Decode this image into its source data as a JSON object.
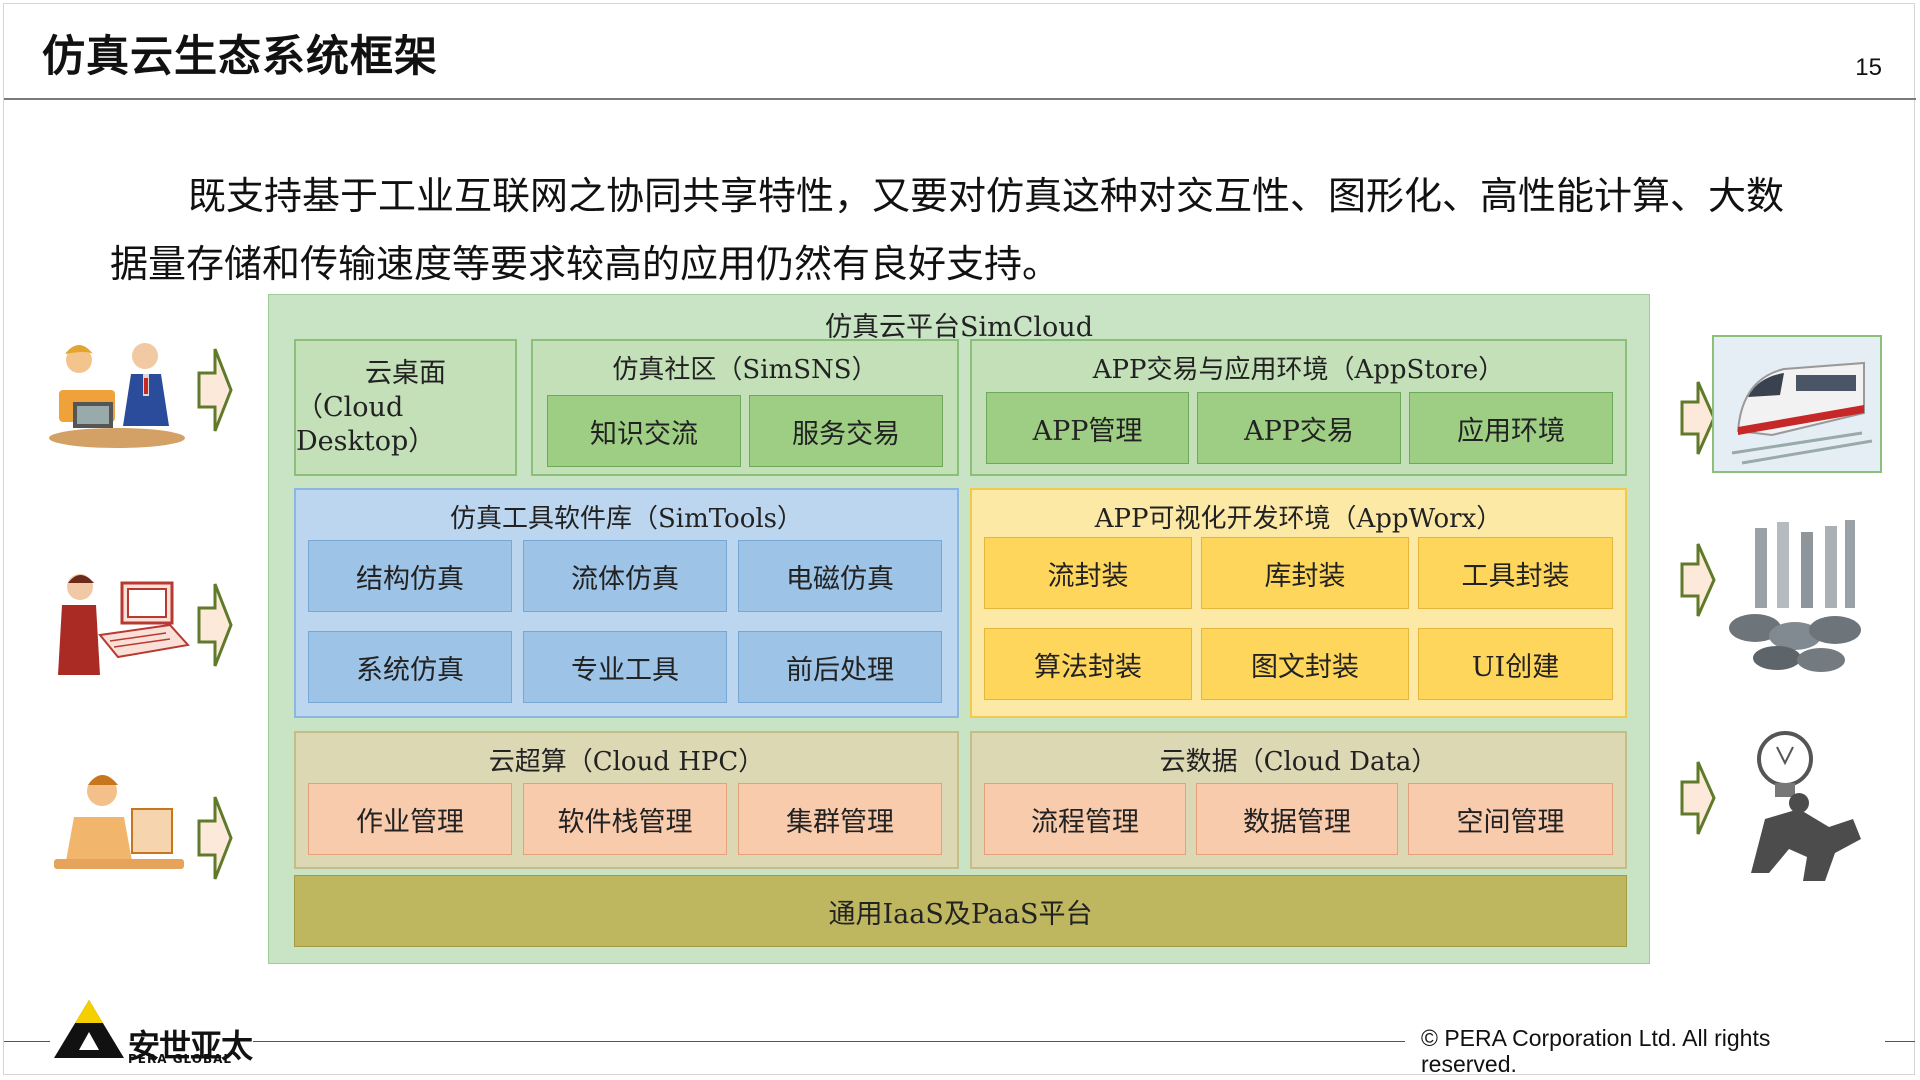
{
  "slide": {
    "title": "仿真云生态系统框架",
    "page_number": "15",
    "paragraph": "既支持基于工业互联网之协同共享特性，又要对仿真这种对交互性、图形化、高性能计算、大数据量存储和传输速度等要求较高的应用仍然有良好支持。"
  },
  "platform": {
    "title": "仿真云平台SimCloud",
    "cloud_desktop": {
      "line1": "云桌面",
      "line2": "（Cloud Desktop）"
    },
    "simsns": {
      "title": "仿真社区（SimSNS）",
      "items": [
        "知识交流",
        "服务交易"
      ]
    },
    "appstore": {
      "title": "APP交易与应用环境（AppStore）",
      "items": [
        "APP管理",
        "APP交易",
        "应用环境"
      ]
    },
    "simtools": {
      "title": "仿真工具软件库（SimTools）",
      "items": [
        "结构仿真",
        "流体仿真",
        "电磁仿真",
        "系统仿真",
        "专业工具",
        "前后处理"
      ]
    },
    "appworx": {
      "title": "APP可视化开发环境（AppWorx）",
      "items": [
        "流封装",
        "库封装",
        "工具封装",
        "算法封装",
        "图文封装",
        "UI创建"
      ]
    },
    "cloud_hpc": {
      "title": "云超算（Cloud HPC）",
      "items": [
        "作业管理",
        "软件栈管理",
        "集群管理"
      ]
    },
    "cloud_data": {
      "title": "云数据（Cloud Data）",
      "items": [
        "流程管理",
        "数据管理",
        "空间管理"
      ]
    },
    "iaas": "通用IaaS及PaaS平台"
  },
  "footer": {
    "logo_cn": "安世亚太",
    "logo_en": "PERA GLOBAL",
    "copyright": "©  PERA Corporation Ltd. All rights reserved."
  },
  "colors": {
    "platform_bg": "#c8e4c4",
    "green_box": "#9dce84",
    "blue_box": "#9dc3e6",
    "yellow_box": "#ffd65c",
    "peach_box": "#f8cbad",
    "iaas_bar": "#bfb660"
  },
  "icons": {
    "left": [
      "business-meeting-icon",
      "engineer-at-computer-icon",
      "man-at-laptop-icon"
    ],
    "right": [
      "train-icon",
      "mechanical-parts-icon",
      "lightbulb-idea-icon"
    ],
    "arrows": "right-arrow-icon"
  }
}
